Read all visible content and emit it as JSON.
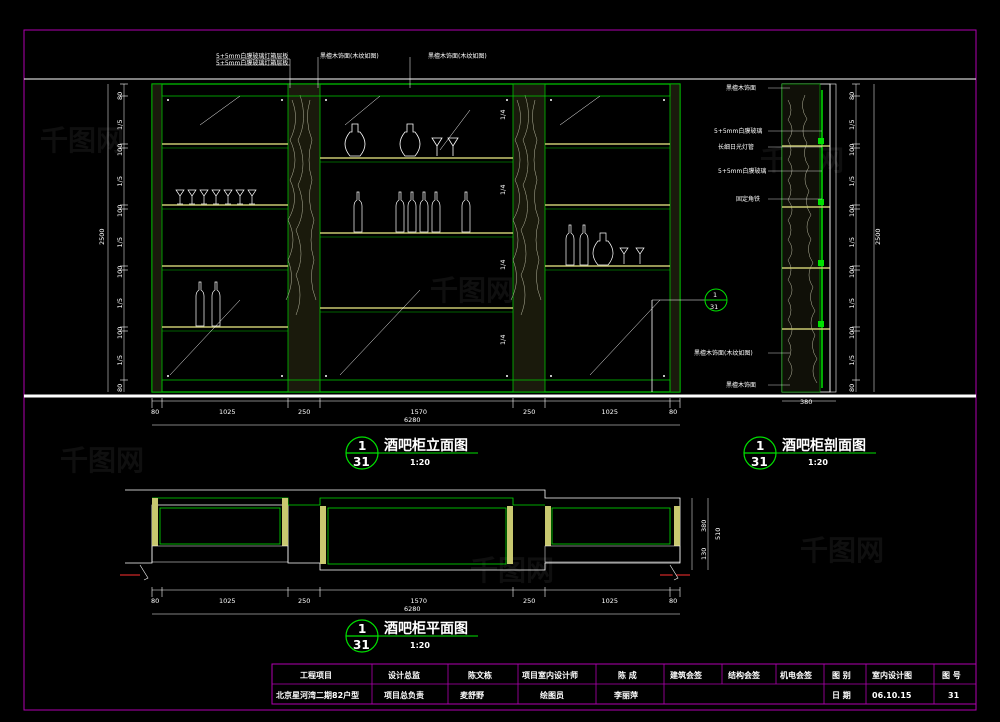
{
  "watermark": "千图网",
  "elevation": {
    "title": "酒吧柜立面图",
    "scale": "1:20",
    "bubble_top": "1",
    "bubble_bottom": "31",
    "callouts": {
      "glass1": "5+5mm白膜玻璃灯箱层板",
      "glass2": "5+5mm白膜玻璃灯箱层板",
      "wood1": "黑檀木饰面(木纹如图)",
      "wood2": "黑檀木饰面(木纹如图)"
    },
    "bottom_dims": [
      "80",
      "1025",
      "250",
      "1570",
      "250",
      "1025",
      "80"
    ],
    "total_dim": "6280",
    "left_dims": [
      "80",
      "1/5",
      "100",
      "1/5",
      "100",
      "1/5",
      "100",
      "1/5",
      "100",
      "1/5",
      "80"
    ],
    "height_dim": "2500",
    "mid_dims": [
      "1/4",
      "1/4",
      "1/4",
      "1/4"
    ],
    "section_ref_top": "1",
    "section_ref_bottom": "31"
  },
  "section": {
    "title": "酒吧柜剖面图",
    "scale": "1:20",
    "bubble_top": "1",
    "bubble_bottom": "31",
    "callouts": [
      "黑檀木饰面",
      "5+5mm白膜玻璃",
      "长细日光灯管",
      "5+5mm白膜玻璃",
      "固定角铁",
      "黑檀木饰面(木纹如图)",
      "黑檀木饰面"
    ],
    "right_dims": [
      "80",
      "1/5",
      "100",
      "1/5",
      "100",
      "1/5",
      "100",
      "1/5",
      "100",
      "1/5",
      "80"
    ],
    "height_dim": "2500",
    "width_dim": "380"
  },
  "plan": {
    "title": "酒吧柜平面图",
    "scale": "1:20",
    "bubble_top": "1",
    "bubble_bottom": "31",
    "bottom_dims": [
      "80",
      "1025",
      "250",
      "1570",
      "250",
      "1025",
      "80"
    ],
    "total_dim": "6280",
    "right_dims": [
      "380",
      "130",
      "510"
    ]
  },
  "title_block": {
    "project_label": "工程项目",
    "project_name": "北京星河湾二期82户型",
    "design_director_label": "设计总监",
    "design_director": "陈文栋",
    "project_designer_label": "项目室内设计师",
    "project_designer": "陈 成",
    "project_lead_label": "项目总负责",
    "project_lead": "麦舒野",
    "drafter_label": "绘图员",
    "drafter": "李丽萍",
    "arch_sign": "建筑会签",
    "struct_sign": "结构会签",
    "mep_sign": "机电会签",
    "drawing_label": "图 别",
    "drawing_type": "室内设计图",
    "number_label": "图 号",
    "date_label": "日 期",
    "date": "06.10.15",
    "number": "31"
  }
}
